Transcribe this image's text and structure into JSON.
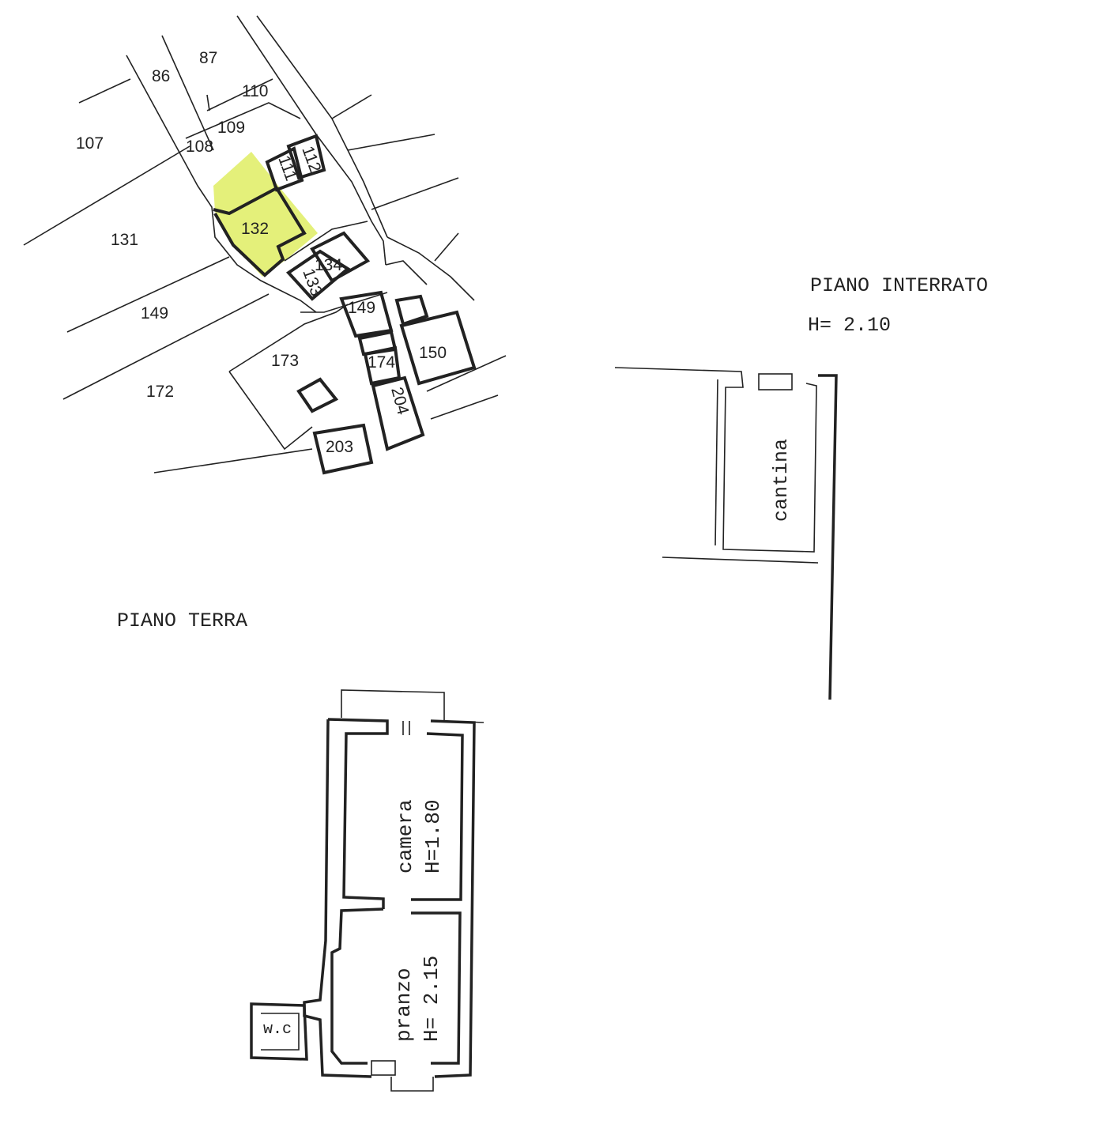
{
  "colors": {
    "highlight": "#e4f07a",
    "ink": "#222222",
    "paper": "#ffffff"
  },
  "cadastral_map": {
    "parcels": [
      "86",
      "87",
      "110",
      "109",
      "108",
      "107",
      "112",
      "111",
      "132",
      "131",
      "134",
      "133",
      "149",
      "149",
      "150",
      "173",
      "174",
      "172",
      "204",
      "203"
    ],
    "highlighted_parcel": "132"
  },
  "basement": {
    "title": "PIANO INTERRATO",
    "height": "H= 2.10",
    "room": "cantina"
  },
  "ground_floor": {
    "title": "PIANO TERRA",
    "rooms": [
      {
        "name": "camera",
        "height": "H=1.80"
      },
      {
        "name": "pranzo",
        "height": "H= 2.15"
      },
      {
        "name": "w.c",
        "height": ""
      }
    ]
  }
}
